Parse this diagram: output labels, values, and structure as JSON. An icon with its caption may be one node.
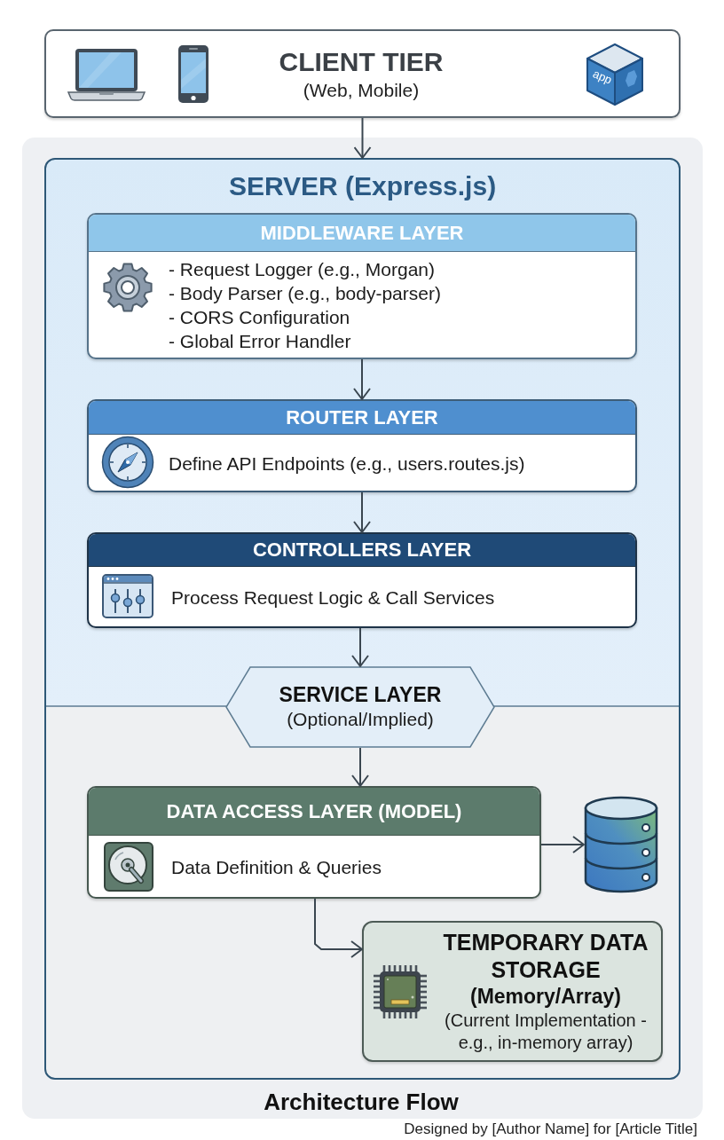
{
  "diagram": {
    "caption": "Architecture Flow",
    "nodes": [
      {
        "text": [
          "CLIENT TIER",
          "(Web, Mobile)"
        ]
      },
      {
        "text": [
          "SERVER (Express.js)"
        ]
      },
      {
        "text": [
          "MIDDLEWARE LAYER",
          "- Request Logger (e.g., Morgan)",
          "- Body Parser (e.g., body-parser)",
          "- CORS Configuration",
          "- Global Error Handler"
        ],
        "in": 1
      },
      {
        "text": [
          "ROUTER LAYER",
          "Define API Endpoints (e.g., users.routes.js)"
        ],
        "in": 1
      },
      {
        "text": [
          "CONTROLLERS LAYER",
          "Process Request Logic & Call Services"
        ],
        "in": 1
      },
      {
        "text": [
          "SERVICE LAYER",
          "(Optional/Implied)"
        ],
        "in": 1
      },
      {
        "text": [
          "DATA ACCESS LAYER (MODEL)",
          "Data Definition & Queries"
        ],
        "in": 1
      },
      {
        "text": [],
        "shape": "cylinder",
        "in": 1
      },
      {
        "text": [
          "TEMPORARY DATA STORAGE",
          "(Memory/Array)",
          "(Current Implementation - e.g., in-memory array)"
        ],
        "in": 1
      }
    ],
    "edges": [
      {
        "from": 0,
        "to": 1,
        "arrow": "to"
      },
      {
        "from": 2,
        "to": 3,
        "arrow": "to"
      },
      {
        "from": 3,
        "to": 4,
        "arrow": "to"
      },
      {
        "from": 4,
        "to": 5,
        "arrow": "to"
      },
      {
        "from": 5,
        "to": 6,
        "arrow": "to"
      },
      {
        "from": 6,
        "to": 7,
        "arrow": "to"
      },
      {
        "from": 6,
        "to": 8,
        "arrow": "to"
      }
    ],
    "labels": [
      "app",
      "Designed by [Author Name] for [Article Title]"
    ]
  }
}
